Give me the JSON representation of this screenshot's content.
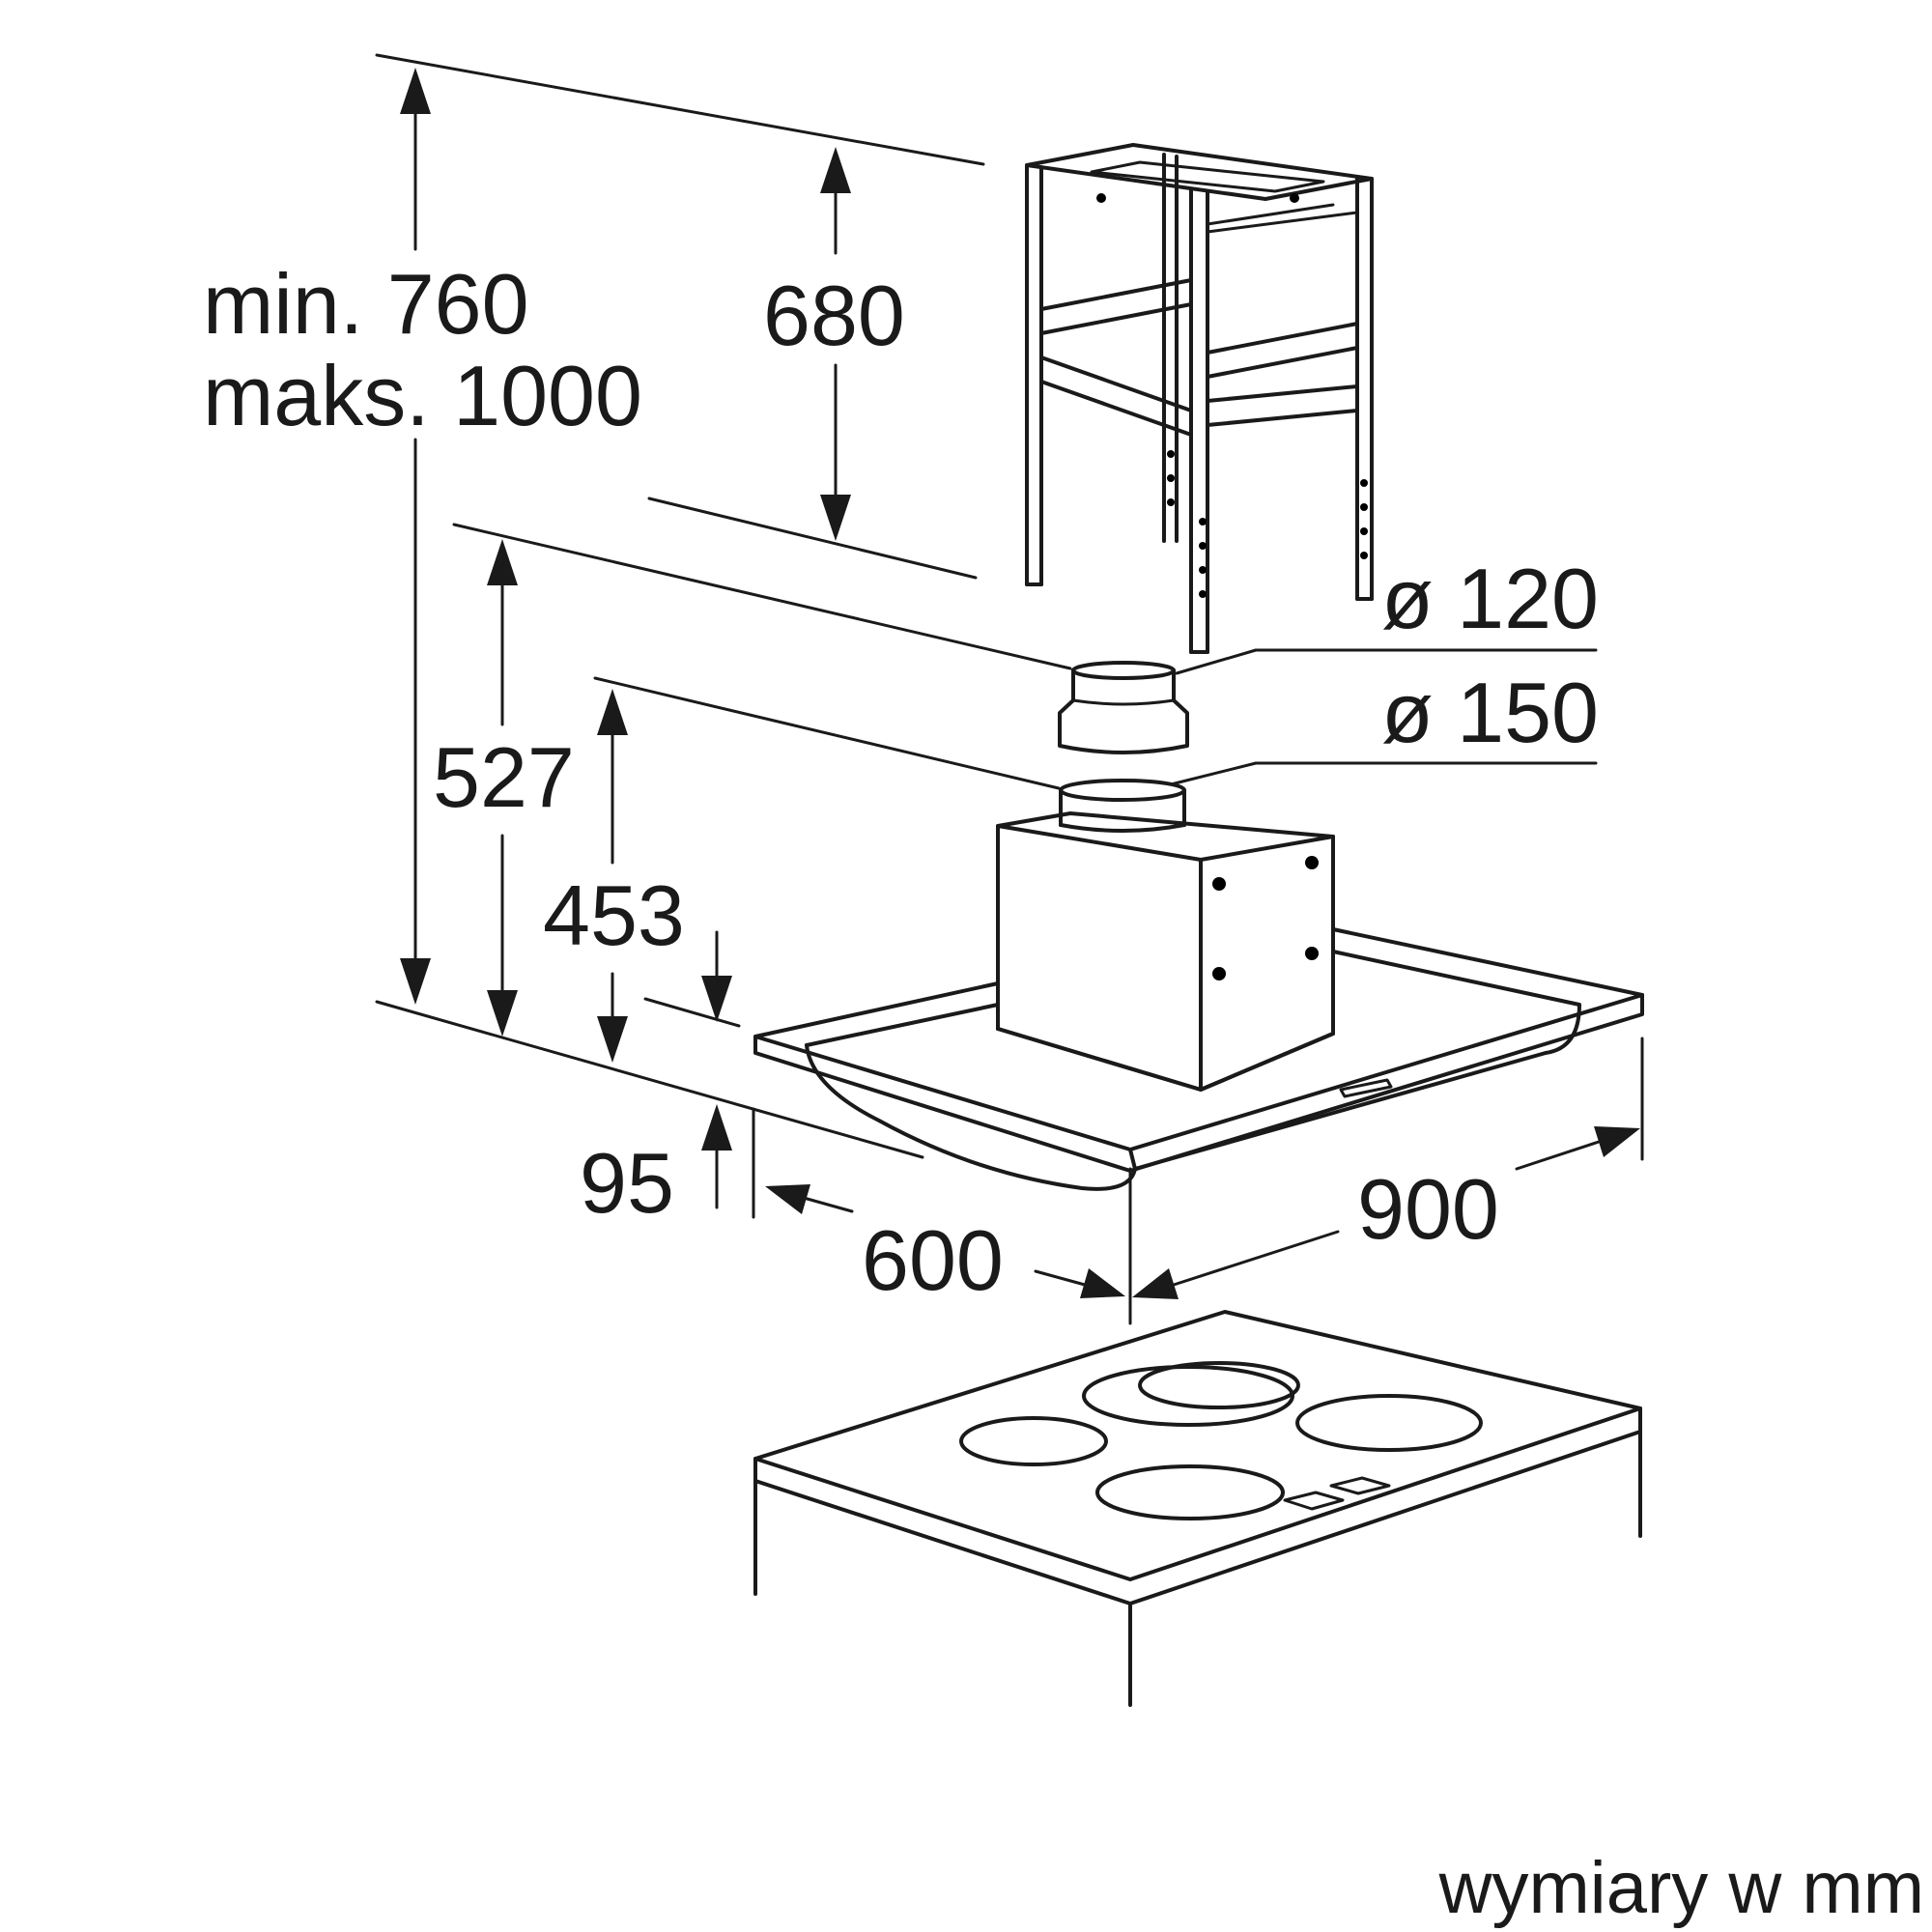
{
  "dimensions": {
    "total_height_min": "min. 760",
    "total_height_max": "maks. 1000",
    "frame_height": "680",
    "upper_duct_diameter": "ø 120",
    "lower_duct_diameter": "ø 150",
    "height_527": "527",
    "height_453": "453",
    "height_95": "95",
    "depth": "600",
    "width": "900"
  },
  "caption": "wymiary w mm",
  "colors": {
    "line": "#1a1a1a",
    "background": "#ffffff"
  }
}
